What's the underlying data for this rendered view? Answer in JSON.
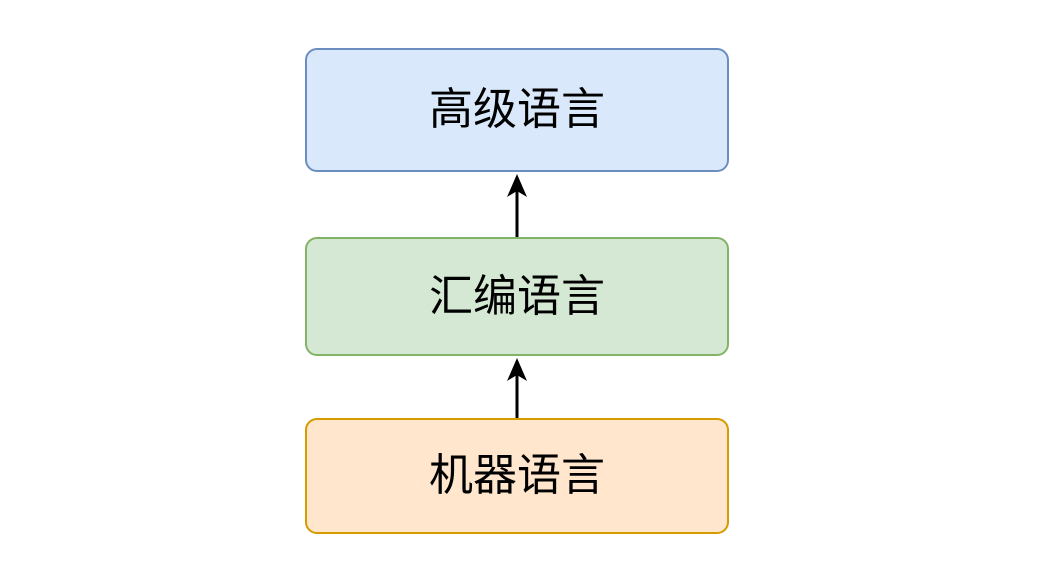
{
  "diagram": {
    "title": "",
    "background_color": "#ffffff",
    "type": "vertical-flowchart",
    "nodes": [
      {
        "id": "high-level",
        "label": "高级语言",
        "shape": "rounded-rectangle",
        "fill_color": "#dae8fc",
        "border_color": "#6c8ebf",
        "text_color": "#000000",
        "order": 3
      },
      {
        "id": "assembly",
        "label": "汇编语言",
        "shape": "rounded-rectangle",
        "fill_color": "#d5e8d4",
        "border_color": "#82b366",
        "text_color": "#000000",
        "order": 2
      },
      {
        "id": "machine",
        "label": "机器语言",
        "shape": "rounded-rectangle",
        "fill_color": "#ffe6cc",
        "border_color": "#d79b00",
        "text_color": "#000000",
        "order": 1
      }
    ],
    "edges": [
      {
        "id": "machine-to-assembly",
        "from": "machine",
        "to": "assembly",
        "label": "",
        "direction": "up",
        "arrowhead": "filled-triangle",
        "color": "#000000"
      },
      {
        "id": "assembly-to-high-level",
        "from": "assembly",
        "to": "high-level",
        "label": "",
        "direction": "up",
        "arrowhead": "filled-triangle",
        "color": "#000000"
      }
    ]
  }
}
